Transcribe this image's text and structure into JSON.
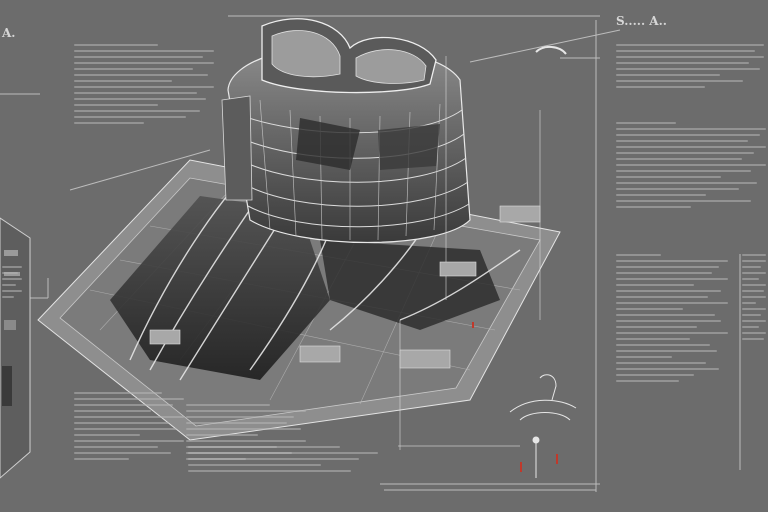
{
  "headings": {
    "top_left": "A.",
    "top_right": "S..... A.."
  },
  "colors": {
    "background": "#6c6c6c",
    "ink": "#e2e2e2",
    "shadow": "#2b2b2b",
    "accent_red": "#c0392b"
  },
  "icons": {
    "building": "isometric-building-drawing",
    "detail": "structural-detail-sketch"
  }
}
